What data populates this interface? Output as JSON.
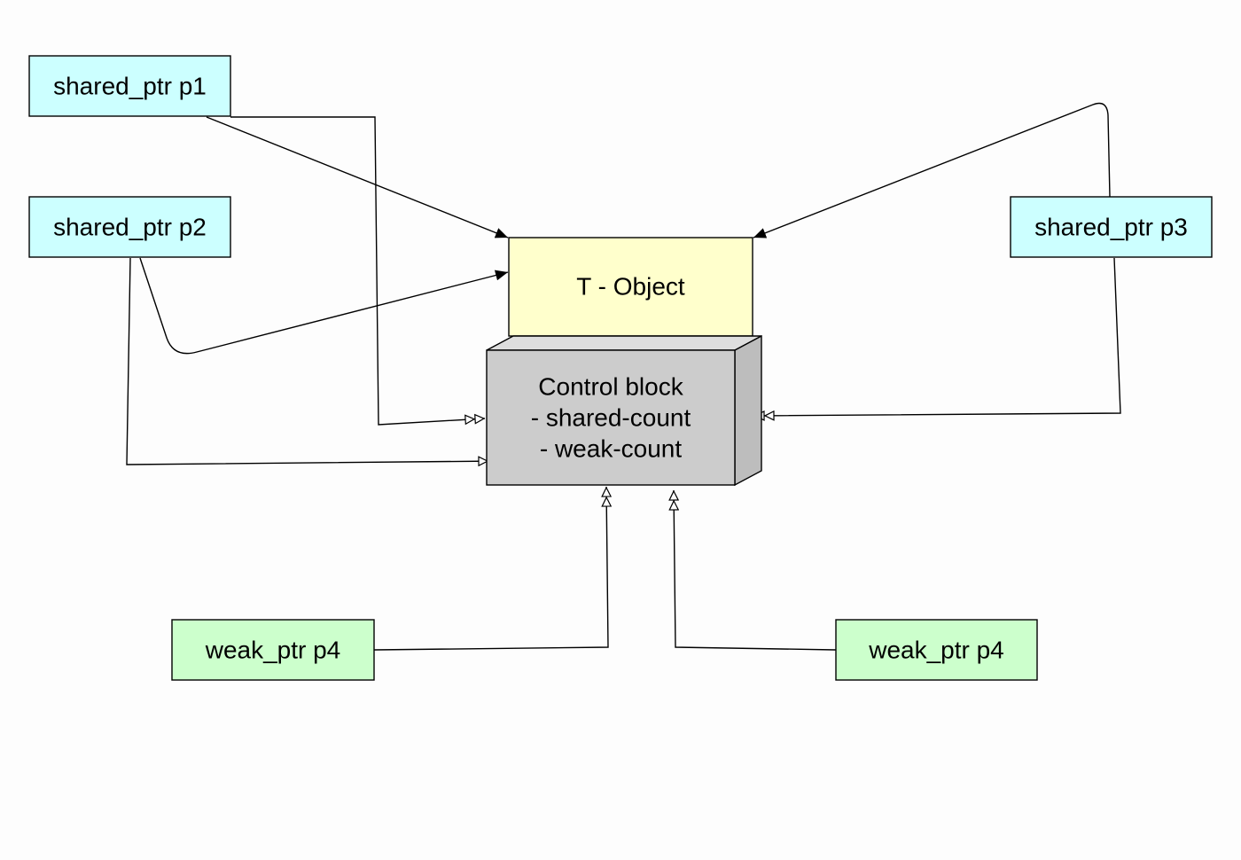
{
  "nodes": {
    "p1": {
      "label": "shared_ptr p1",
      "fill": "#ccffff"
    },
    "p2": {
      "label": "shared_ptr p2",
      "fill": "#ccffff"
    },
    "p3": {
      "label": "shared_ptr p3",
      "fill": "#ccffff"
    },
    "object": {
      "label": "T - Object",
      "fill": "#ffffcc"
    },
    "control": {
      "lines": [
        "Control block",
        "- shared-count",
        "- weak-count"
      ],
      "fill": "#cccccc"
    },
    "w1": {
      "label": "weak_ptr p4",
      "fill": "#ccffcc"
    },
    "w2": {
      "label": "weak_ptr p4",
      "fill": "#ccffcc"
    }
  },
  "edges": [
    {
      "name": "edge-p1-to-object",
      "from": "shared_ptr p1",
      "to": "T - Object",
      "arrow": "filled"
    },
    {
      "name": "edge-p2-to-object",
      "from": "shared_ptr p2",
      "to": "T - Object",
      "arrow": "filled"
    },
    {
      "name": "edge-p3-to-object",
      "from": "shared_ptr p3",
      "to": "T - Object",
      "arrow": "filled"
    },
    {
      "name": "edge-p1-to-control",
      "from": "shared_ptr p1",
      "to": "Control block",
      "arrow": "double-open"
    },
    {
      "name": "edge-p2-to-control",
      "from": "shared_ptr p2",
      "to": "Control block",
      "arrow": "double-open"
    },
    {
      "name": "edge-p3-to-control",
      "from": "shared_ptr p3",
      "to": "Control block",
      "arrow": "double-open"
    },
    {
      "name": "edge-w1-to-control",
      "from": "weak_ptr p4",
      "to": "Control block",
      "arrow": "double-open"
    },
    {
      "name": "edge-w2-to-control",
      "from": "weak_ptr p4",
      "to": "Control block",
      "arrow": "double-open"
    }
  ]
}
